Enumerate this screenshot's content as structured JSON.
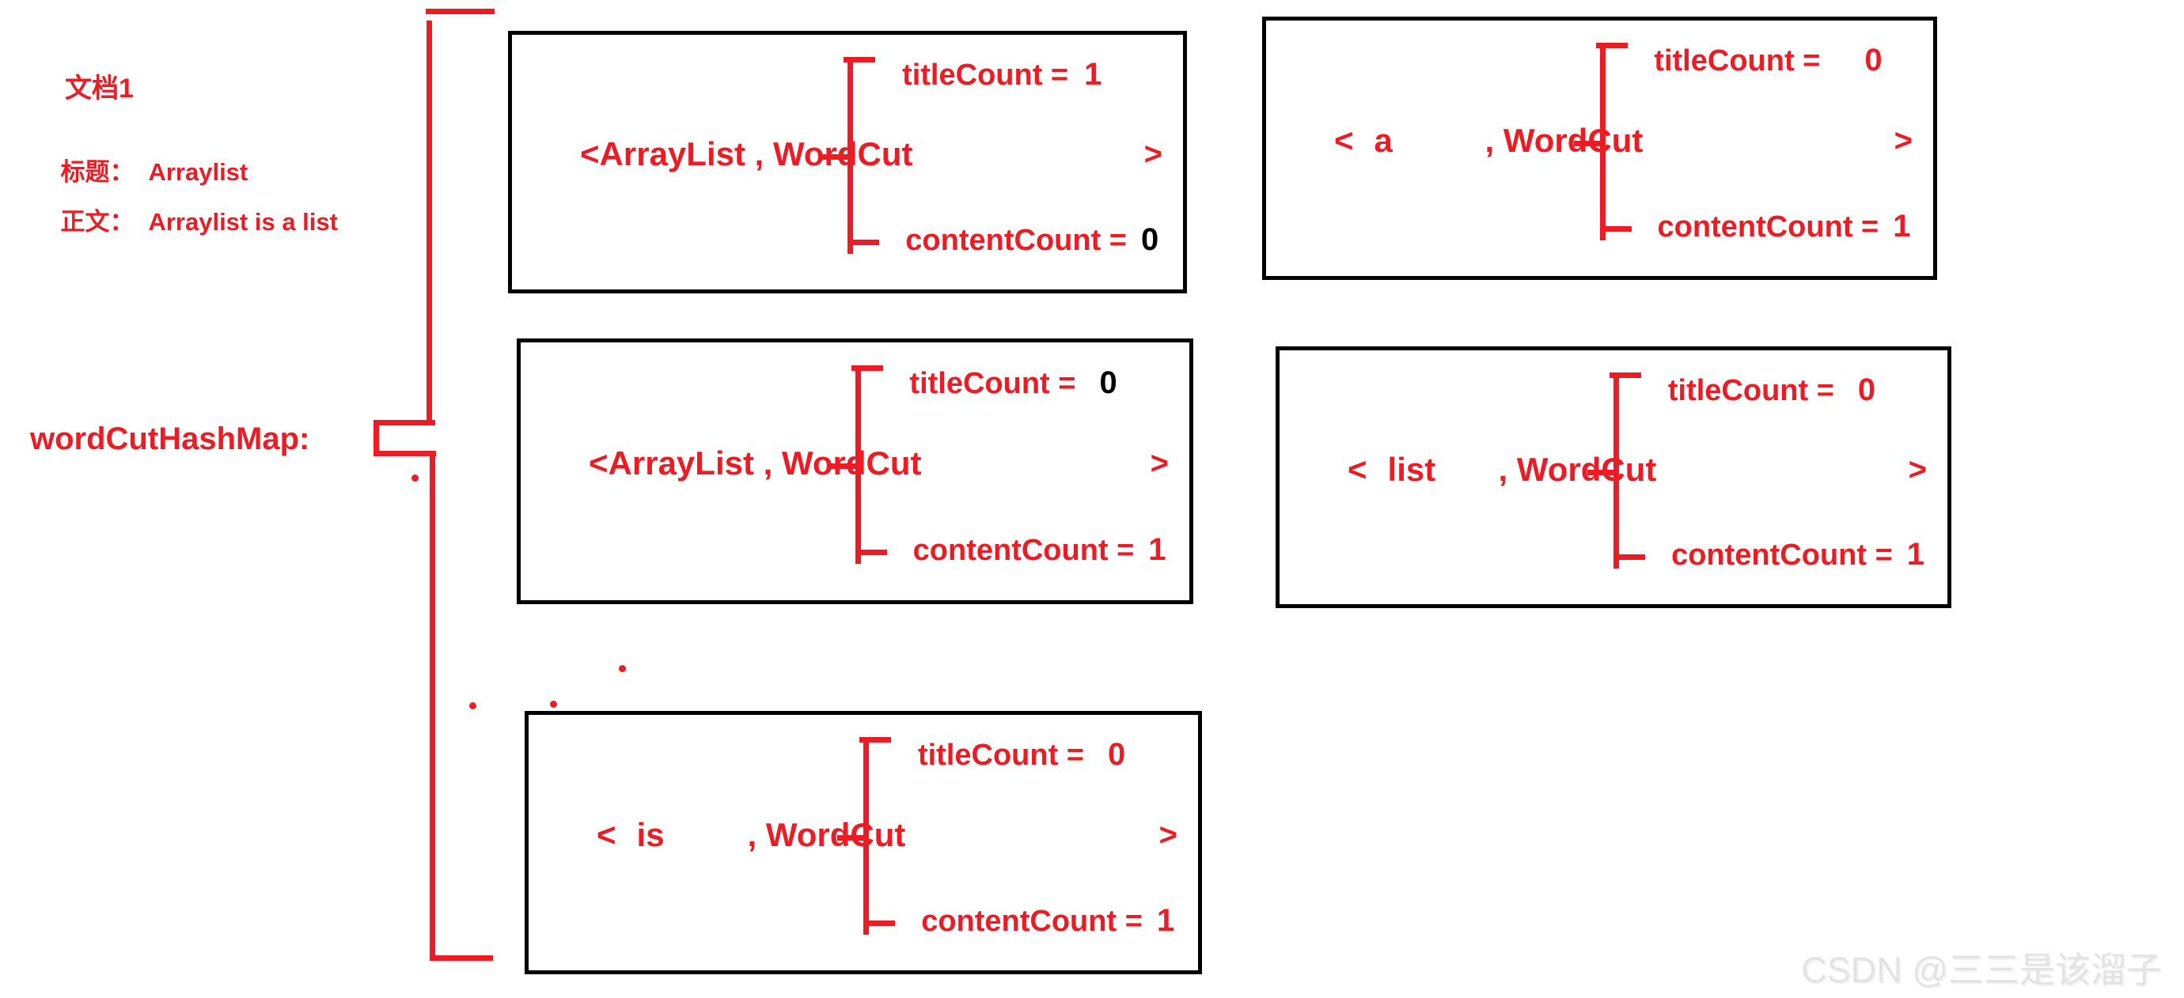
{
  "colors": {
    "red": "#ed1c24",
    "black": "#000000",
    "watermark": "#e3e3e3",
    "background": "#ffffff"
  },
  "left_panel": {
    "doc_title": "文档1",
    "title_label": "标题：",
    "title_value": "Arraylist",
    "body_label": "正文：",
    "body_value": "Arraylist is a list",
    "map_label": "wordCutHashMap:"
  },
  "watermark": "CSDN @三三是该溜子",
  "boxes": [
    {
      "open": "<",
      "key": "ArrayList",
      "sep": " , WordCut",
      "close": ">",
      "title_label": "titleCount =",
      "title_value": "1",
      "title_value_color": "#ed1c24",
      "content_label": "contentCount =",
      "content_value": "0",
      "content_value_color": "#000000"
    },
    {
      "open": "<",
      "key": "a",
      "sep": ", WordCut",
      "close": ">",
      "title_label": "titleCount =",
      "title_value": "0",
      "title_value_color": "#ed1c24",
      "content_label": "contentCount =",
      "content_value": "1",
      "content_value_color": "#ed1c24"
    },
    {
      "open": "<",
      "key": "ArrayList",
      "sep": " , WordCut",
      "close": ">",
      "title_label": "titleCount =",
      "title_value": "0",
      "title_value_color": "#000000",
      "content_label": "contentCount =",
      "content_value": "1",
      "content_value_color": "#ed1c24"
    },
    {
      "open": "<",
      "key": "list",
      "sep": ", WordCut",
      "close": ">",
      "title_label": "titleCount =",
      "title_value": "0",
      "title_value_color": "#ed1c24",
      "content_label": "contentCount =",
      "content_value": "1",
      "content_value_color": "#ed1c24"
    },
    {
      "open": "<",
      "key": "is",
      "sep": ", WordCut",
      "close": ">",
      "title_label": "titleCount =",
      "title_value": "0",
      "title_value_color": "#ed1c24",
      "content_label": "contentCount =",
      "content_value": "1",
      "content_value_color": "#ed1c24"
    }
  ]
}
